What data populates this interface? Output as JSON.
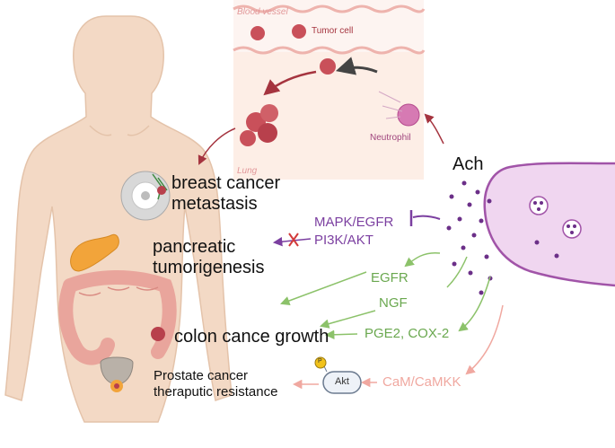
{
  "colors": {
    "skin": "#f3d9c5",
    "skin_outline": "#e4c3aa",
    "vessel_wall": "#eeb3ad",
    "lung_bg": "#fdeee6",
    "tumor": "#c9505a",
    "neutrophil": "#b54c8e",
    "purple": "#7b3fa0",
    "green": "#7cb85a",
    "pink": "#f0a8a0",
    "dark_red": "#a5343f",
    "neuron_fill": "#f0d6f0",
    "neuron_outline": "#a154a8"
  },
  "inset": {
    "blood_vessel": "Blood vessel",
    "tumor_cell": "Tumor cell",
    "neutrophil": "Neutrophil",
    "lung": "Lung"
  },
  "labels": {
    "ach": "Ach",
    "breast_1": "breast cancer",
    "breast_2": "metastasis",
    "pancreatic_1": "pancreatic",
    "pancreatic_2": "tumorigenesis",
    "colon": "colon cance growth",
    "prostate_1": "Prostate cancer",
    "prostate_2": "theraputic resistance"
  },
  "pathways": {
    "mapk": "MAPK/EGFR",
    "pi3k": "PI3K/AKT",
    "egfr": "EGFR",
    "ngf": "NGF",
    "pge2": "PGE2, COX-2",
    "cam": "CaM/CaMKK",
    "akt": "Akt",
    "phospho": "P"
  }
}
